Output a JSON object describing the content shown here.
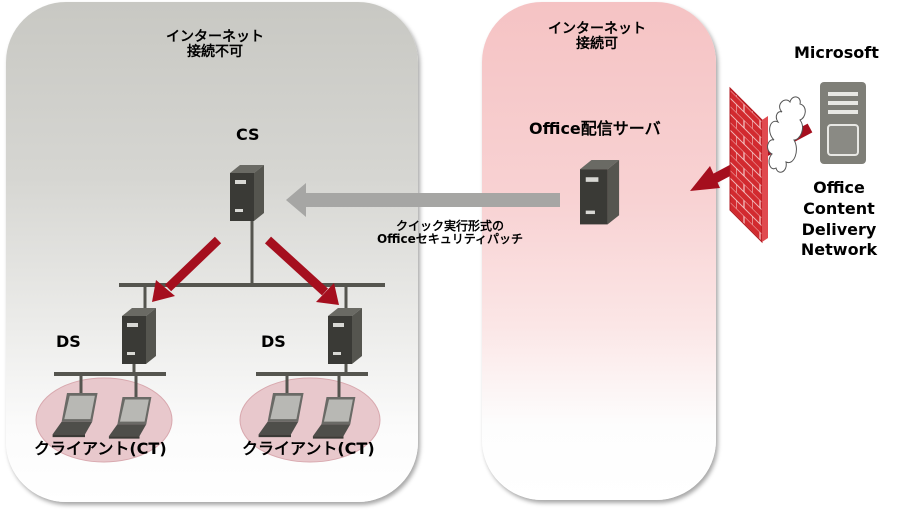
{
  "zones": {
    "offline": {
      "title_line1": "インターネット",
      "title_line2": "接続不可"
    },
    "online": {
      "title_line1": "インターネット",
      "title_line2": "接続可"
    }
  },
  "nodes": {
    "cs": {
      "label": "CS"
    },
    "ds_left": {
      "label": "DS"
    },
    "ds_right": {
      "label": "DS"
    },
    "clients_left": {
      "label": "クライアント(CT)"
    },
    "clients_right": {
      "label": "クライアント(CT)"
    },
    "office_server": {
      "label": "Office配信サーバ"
    },
    "microsoft": {
      "label": "Microsoft"
    },
    "cdn": {
      "line1": "Office",
      "line2": "Content",
      "line3": "Delivery",
      "line4": "Network"
    }
  },
  "transfer_label": {
    "line1": "クイック実行形式の",
    "line2": "Officeセキュリティパッチ"
  },
  "colors": {
    "arrow_red": "#a50f1e",
    "arrow_gray": "#a6a6a4",
    "server_dark": "#3e3e3a",
    "firewall_red": "#d22a2f",
    "offline_zone": "#c8c8c3",
    "online_zone": "#f5c3c4",
    "client_ellipse": "#e8c8cc"
  }
}
